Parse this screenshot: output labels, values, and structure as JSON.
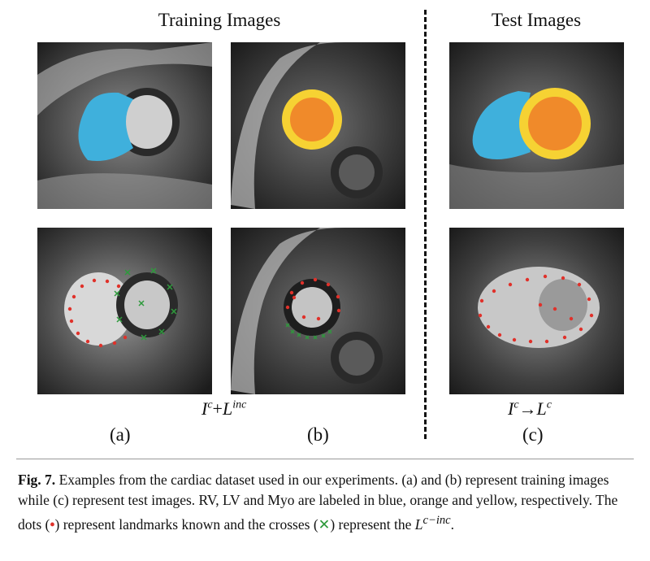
{
  "headings": {
    "training": "Training Images",
    "test": "Test Images"
  },
  "formulas": {
    "training_base": "I",
    "training_base_sup": "c",
    "training_plus": "+",
    "training_L": "L",
    "training_L_sup": "inc",
    "test_base": "I",
    "test_base_sup": "c",
    "test_arrow": "→",
    "test_L": "L",
    "test_L_sup": "c"
  },
  "panel_labels": {
    "a": "(a)",
    "b": "(b)",
    "c": "(c)"
  },
  "caption": {
    "fig_label": "Fig. 7.",
    "text_1": " Examples from the cardiac dataset used in our experiments. (a) and (b) represent training images while (c) represent test images. RV, LV and Myo are labeled in blue, orange and yellow, respectively. The dots (",
    "dot_symbol": "•",
    "text_2": ") represent landmarks known and the crosses (",
    "cross_symbol": "✕",
    "text_3": ") represent the ",
    "L_symbol": "L",
    "L_sup": "c−inc",
    "text_4": "."
  },
  "colors": {
    "rv_blue": "#3fb0dc",
    "lv_orange": "#f08a2a",
    "myo_yellow": "#f6d233",
    "landmark_red": "#e0312a",
    "cross_green": "#2e9a3c"
  }
}
